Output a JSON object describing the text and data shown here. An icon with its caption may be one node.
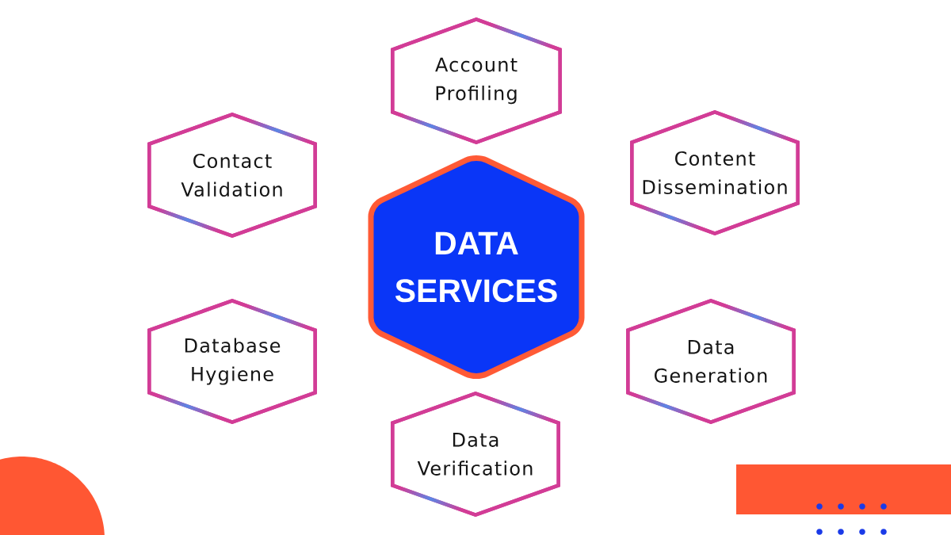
{
  "diagram": {
    "nodes": [
      {
        "text": [
          "Account Profiling"
        ]
      },
      {
        "text": [
          "Contact Validation"
        ]
      },
      {
        "text": [
          "Content Dissemination"
        ]
      },
      {
        "text": [
          "DATA SERVICES"
        ]
      },
      {
        "text": [
          "Database Hygiene"
        ]
      },
      {
        "text": [
          "Data Generation"
        ]
      },
      {
        "text": [
          "Data Verification"
        ]
      }
    ]
  }
}
